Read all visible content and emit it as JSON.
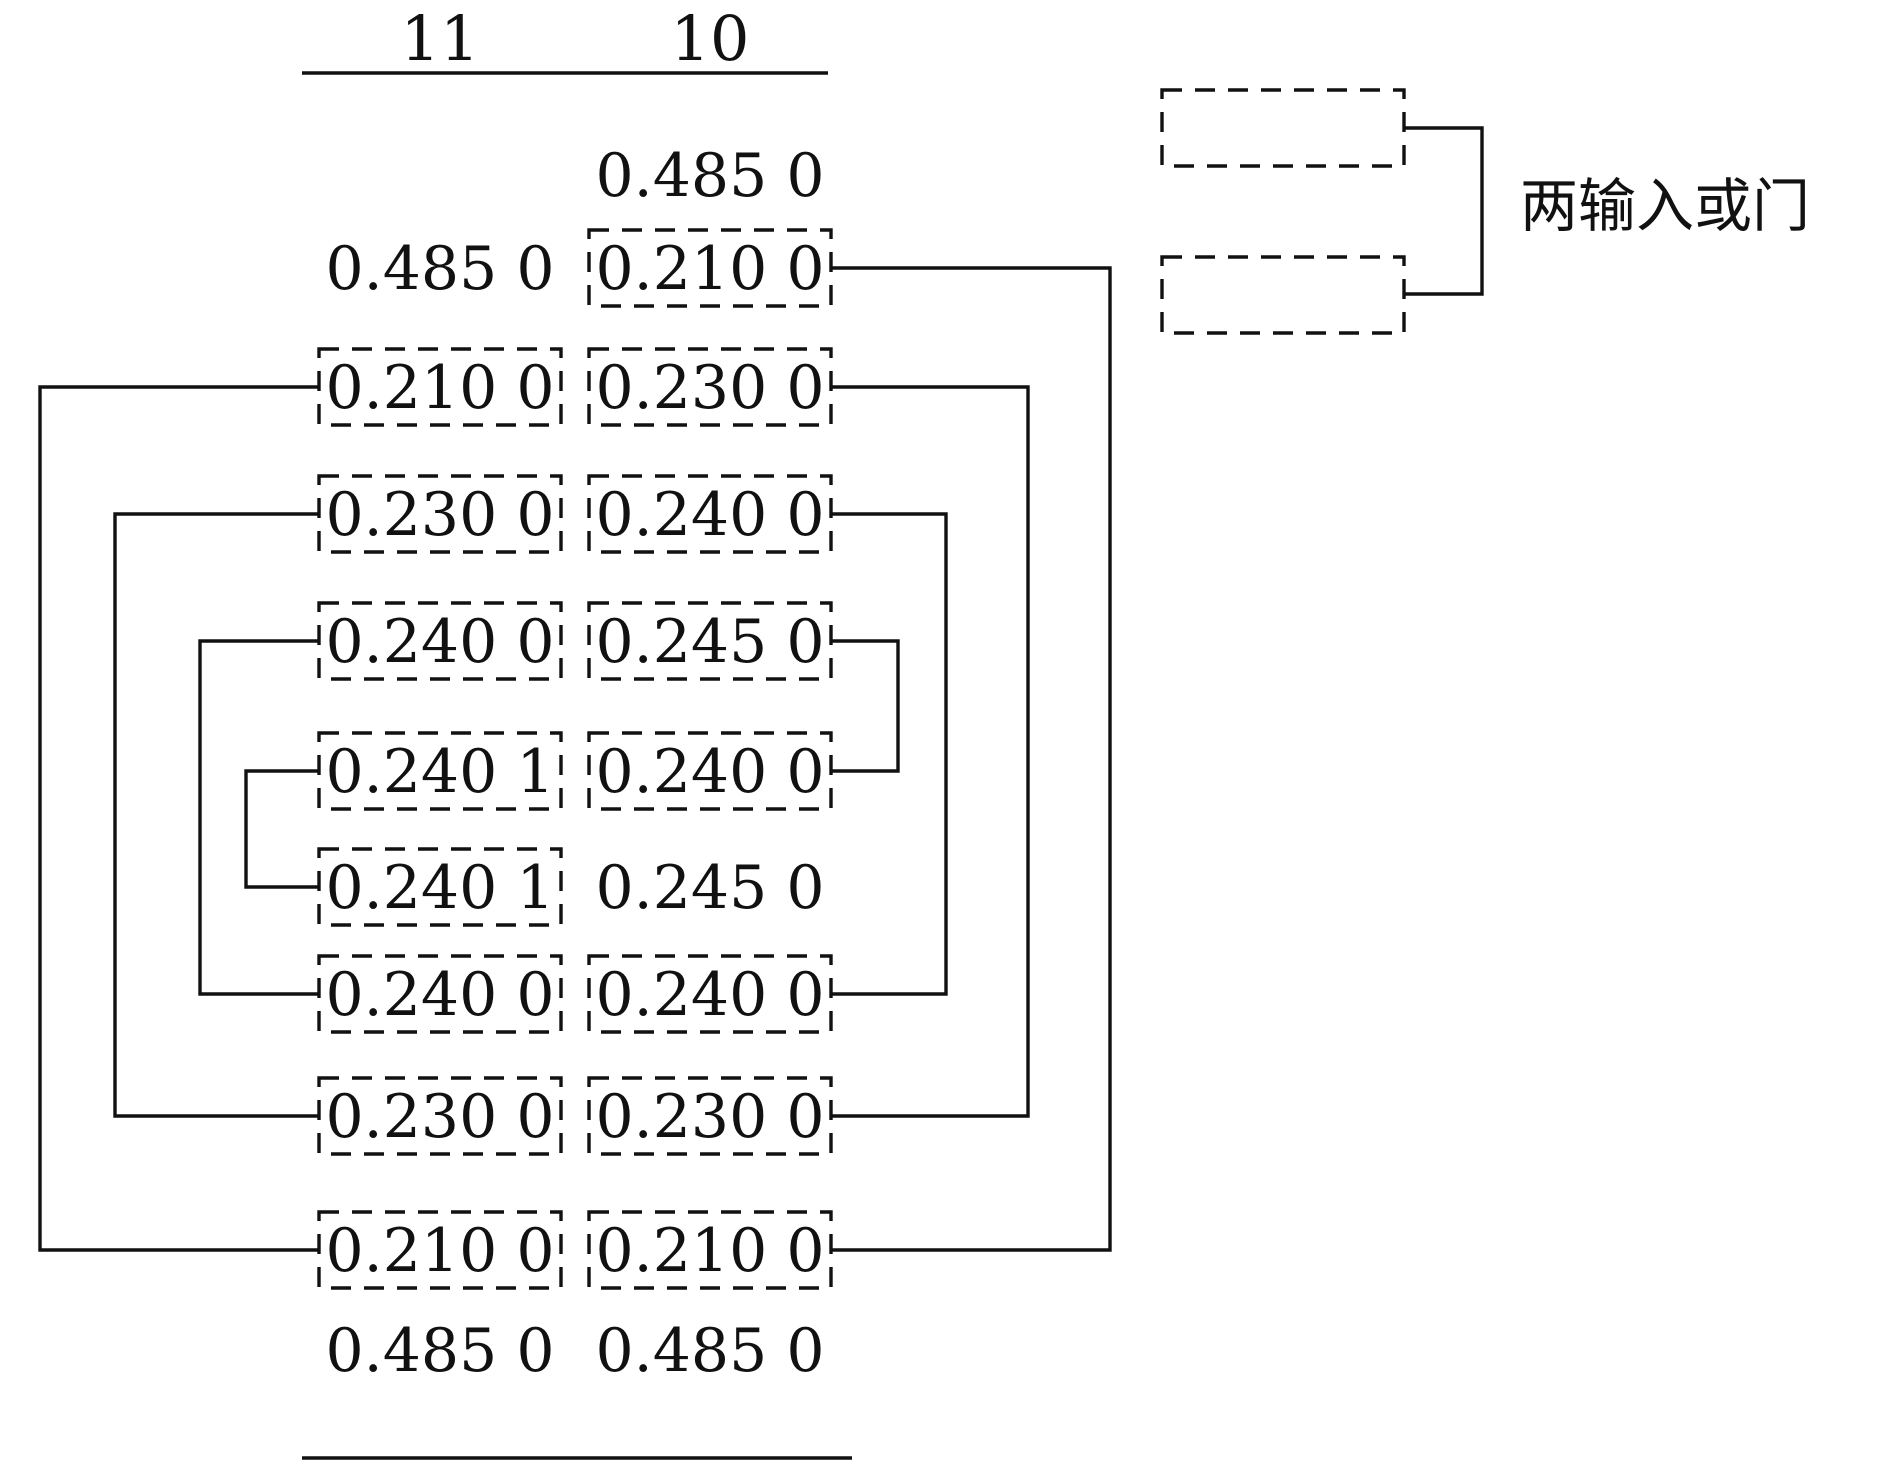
{
  "columns": [
    {
      "id": "col11",
      "header": "11"
    },
    {
      "id": "col10",
      "header": "10"
    }
  ],
  "cells": [
    {
      "id": "c10-top",
      "col": "col10",
      "row": 1,
      "text": "0.485 0",
      "boxed": false
    },
    {
      "id": "c10-r1",
      "col": "col10",
      "row": 2,
      "text": "0.210 0",
      "boxed": true
    },
    {
      "id": "c11-top",
      "col": "col11",
      "row": 2,
      "text": "0.485 0",
      "boxed": false
    },
    {
      "id": "c11-r1",
      "col": "col11",
      "row": 3,
      "text": "0.210 0",
      "boxed": true
    },
    {
      "id": "c10-r2",
      "col": "col10",
      "row": 3,
      "text": "0.230 0",
      "boxed": true
    },
    {
      "id": "c11-r2",
      "col": "col11",
      "row": 4,
      "text": "0.230 0",
      "boxed": true
    },
    {
      "id": "c10-r3",
      "col": "col10",
      "row": 4,
      "text": "0.240 0",
      "boxed": true
    },
    {
      "id": "c11-r3",
      "col": "col11",
      "row": 5,
      "text": "0.240 0",
      "boxed": true
    },
    {
      "id": "c10-r4",
      "col": "col10",
      "row": 5,
      "text": "0.245 0",
      "boxed": true
    },
    {
      "id": "c11-r4",
      "col": "col11",
      "row": 6,
      "text": "0.240 1",
      "boxed": true
    },
    {
      "id": "c10-r5",
      "col": "col10",
      "row": 6,
      "text": "0.240 0",
      "boxed": true
    },
    {
      "id": "c11-r5",
      "col": "col11",
      "row": 7,
      "text": "0.240 1",
      "boxed": true
    },
    {
      "id": "c10-mid",
      "col": "col10",
      "row": 7,
      "text": "0.245 0",
      "boxed": false
    },
    {
      "id": "c11-r6",
      "col": "col11",
      "row": 8,
      "text": "0.240 0",
      "boxed": true
    },
    {
      "id": "c10-r6",
      "col": "col10",
      "row": 8,
      "text": "0.240 0",
      "boxed": true
    },
    {
      "id": "c11-r7",
      "col": "col11",
      "row": 9,
      "text": "0.230 0",
      "boxed": true
    },
    {
      "id": "c10-r7",
      "col": "col10",
      "row": 9,
      "text": "0.230 0",
      "boxed": true
    },
    {
      "id": "c11-r8",
      "col": "col11",
      "row": 10,
      "text": "0.210 0",
      "boxed": true
    },
    {
      "id": "c10-r8",
      "col": "col10",
      "row": 10,
      "text": "0.210 0",
      "boxed": true
    },
    {
      "id": "c11-bot",
      "col": "col11",
      "row": 11,
      "text": "0.485 0",
      "boxed": false
    },
    {
      "id": "c10-bot",
      "col": "col10",
      "row": 11,
      "text": "0.485 0",
      "boxed": false
    }
  ],
  "connections": [
    {
      "id": "or-left-outer",
      "side": "left",
      "from": "c11-r1",
      "to": "c11-r8"
    },
    {
      "id": "or-left-2",
      "side": "left",
      "from": "c11-r2",
      "to": "c11-r7"
    },
    {
      "id": "or-left-3",
      "side": "left",
      "from": "c11-r3",
      "to": "c11-r6"
    },
    {
      "id": "or-left-inner",
      "side": "left",
      "from": "c11-r4",
      "to": "c11-r5"
    },
    {
      "id": "or-right-outer",
      "side": "right",
      "from": "c10-r1",
      "to": "c10-r8"
    },
    {
      "id": "or-right-2",
      "side": "right",
      "from": "c10-r2",
      "to": "c10-r7"
    },
    {
      "id": "or-right-3",
      "side": "right",
      "from": "c10-r3",
      "to": "c10-r6"
    },
    {
      "id": "or-right-inner",
      "side": "right",
      "from": "c10-r4",
      "to": "c10-r5"
    }
  ],
  "legend": {
    "label": "两输入或门"
  }
}
